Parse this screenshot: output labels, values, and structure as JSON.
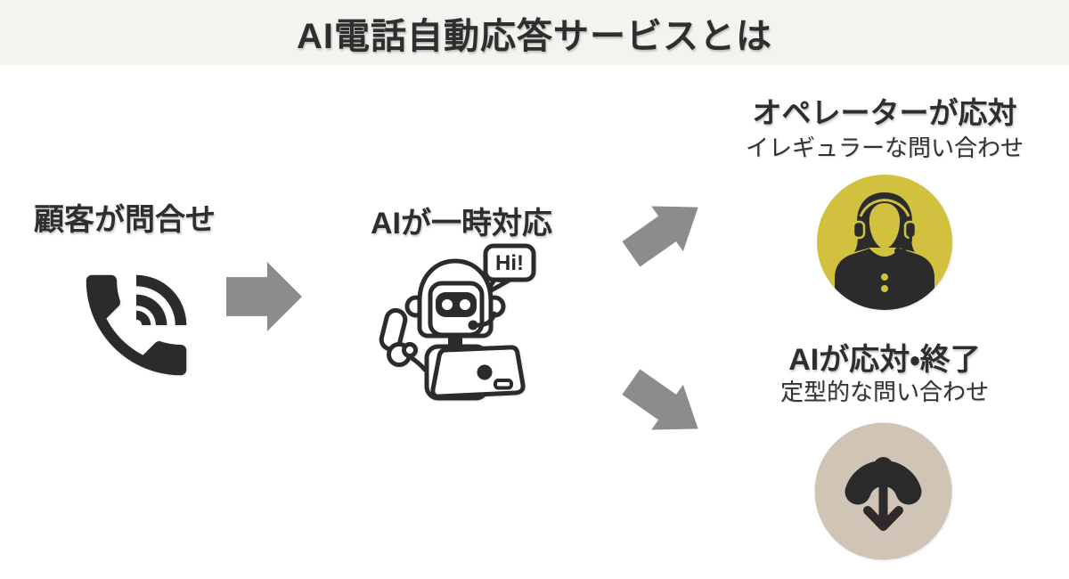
{
  "title": "AI電話自動応答サービスとは",
  "flow": {
    "customer": {
      "label": "顧客が問合せ"
    },
    "ai_first": {
      "label": "AIが一時対応",
      "bubble": "Hi!"
    },
    "operator": {
      "title": "オペレーターが応対",
      "subtitle": "イレギュラーな問い合わせ"
    },
    "ai_end": {
      "title": "AIが応対・終了",
      "subtitle": "定型的な問い合わせ"
    }
  },
  "icons": {
    "customer": "phone-ringing-icon",
    "ai_first": "robot-operator-icon",
    "operator": "female-operator-headset-icon",
    "ai_end": "phone-hangup-down-arrow-icon"
  },
  "colors": {
    "header_bg": "#f5f3ef",
    "text_dark": "#2e2e2e",
    "text_sub": "#333333",
    "arrow_gray": "#8c8c8c",
    "operator_circle": "#d2c13f",
    "hangup_circle": "#cfc4b6",
    "icon_dark": "#2b2b2b"
  }
}
